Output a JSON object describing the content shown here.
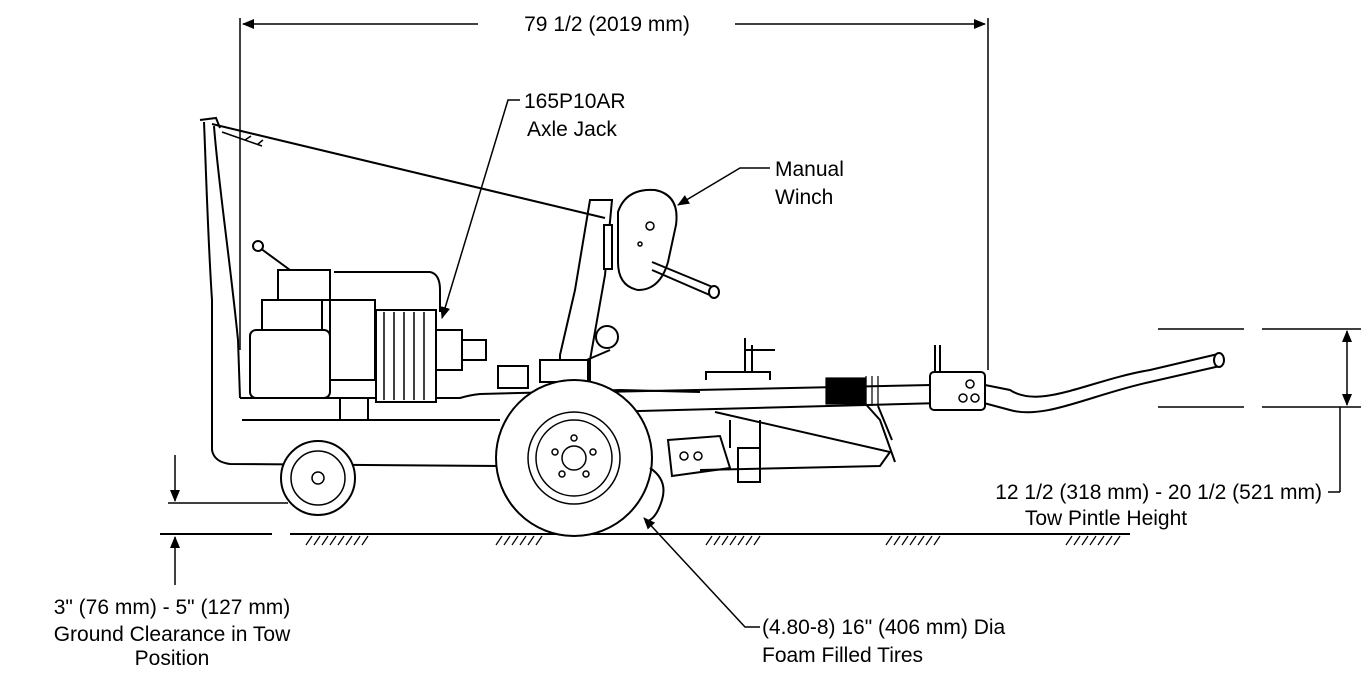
{
  "dimensions": {
    "overall_length": "79 1/2 (2019 mm)",
    "pintle_height": "12 1/2 (318 mm) - 20 1/2 (521 mm)",
    "pintle_label": "Tow Pintle Height",
    "clearance_value": "3\" (76 mm) - 5\" (127 mm)",
    "clearance_label_1": "Ground Clearance in Tow",
    "clearance_label_2": "Position"
  },
  "callouts": {
    "axle_jack_part": "165P10AR",
    "axle_jack_name": "Axle Jack",
    "winch_line_1": "Manual",
    "winch_line_2": "Winch",
    "tires_line_1": "(4.80-8) 16\" (406 mm) Dia",
    "tires_line_2": "Foam Filled Tires"
  }
}
